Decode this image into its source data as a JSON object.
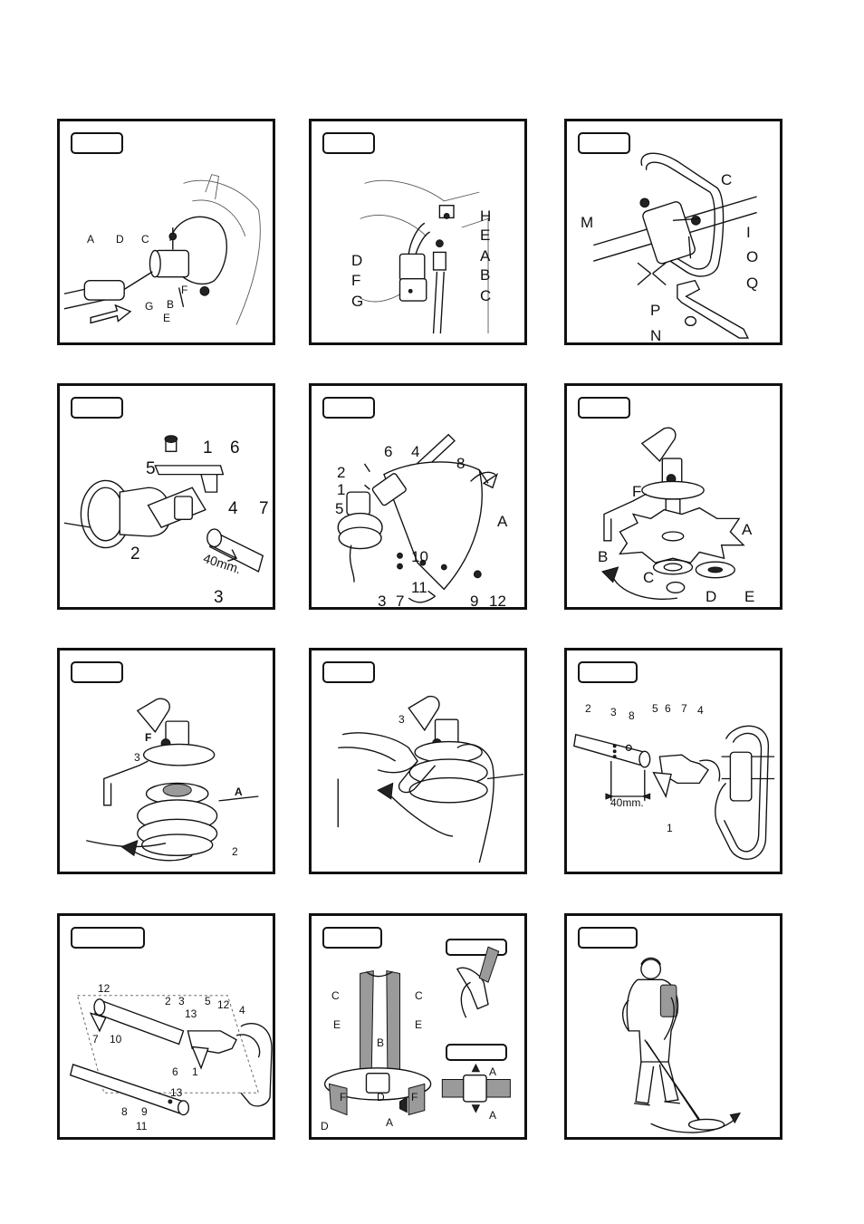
{
  "figures": [
    {
      "labels": [
        "A",
        "D",
        "C",
        "G",
        "B",
        "F",
        "E"
      ]
    },
    {
      "labels": [
        "H",
        "E",
        "A",
        "D",
        "F",
        "B",
        "G",
        "C"
      ]
    },
    {
      "labels": [
        "C",
        "M",
        "I",
        "O",
        "Q",
        "P",
        "N"
      ]
    },
    {
      "labels": [
        "1",
        "6",
        "5",
        "4",
        "7",
        "2",
        "40mm.",
        "3"
      ]
    },
    {
      "labels": [
        "6",
        "4",
        "8",
        "2",
        "1",
        "5",
        "A",
        "10",
        "11",
        "3",
        "7",
        "9",
        "12"
      ]
    },
    {
      "labels": [
        "F",
        "A",
        "B",
        "C",
        "D",
        "E"
      ]
    },
    {
      "labels": [
        "F",
        "3",
        "A",
        "2"
      ]
    },
    {
      "labels": [
        "3"
      ]
    },
    {
      "labels": [
        "2",
        "3",
        "8",
        "5",
        "6",
        "7",
        "4",
        "40mm.",
        "1"
      ]
    },
    {
      "labels": [
        "12",
        "2",
        "3",
        "5",
        "12",
        "4",
        "13",
        "7",
        "10",
        "6",
        "1",
        "8",
        "13",
        "9",
        "11"
      ]
    },
    {
      "labels": [
        "C",
        "C",
        "E",
        "E",
        "B",
        "F",
        "D",
        "F",
        "D",
        "A",
        "A",
        "A"
      ]
    },
    {
      "labels": []
    }
  ]
}
